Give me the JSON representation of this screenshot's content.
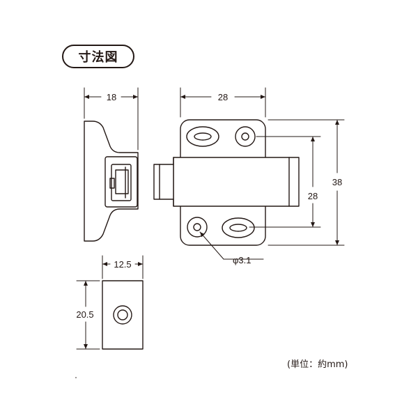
{
  "title": "寸法図",
  "unit_note": "(単位：約mm)",
  "dimensions": {
    "side_width": "18",
    "body_width": "28",
    "body_height": "38",
    "hole_pitch": "28",
    "hole_diameter": "φ3.1",
    "plate_width": "12.5",
    "plate_height": "20.5"
  }
}
